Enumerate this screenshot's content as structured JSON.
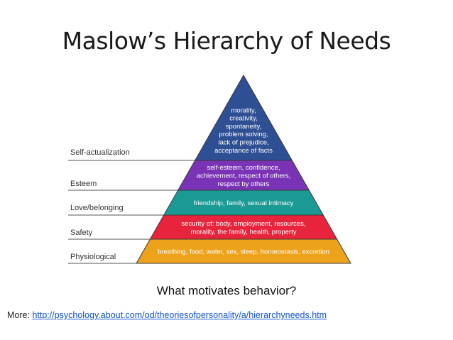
{
  "title": "Maslow’s Hierarchy of Needs",
  "caption": "What motivates behavior?",
  "footer": {
    "prefix": "More: ",
    "link": "http://psychology.about.com/od/theoriesofpersonality/a/hierarchyneeds.htm"
  },
  "levels": [
    {
      "name": "Self-actualization",
      "color": "#2f4f94",
      "lines": [
        "morality,",
        "creativity,",
        "spontaneity,",
        "problem solving,",
        "lack of prejudice,",
        "acceptance of facts"
      ]
    },
    {
      "name": "Esteem",
      "color": "#7a33b5",
      "lines": [
        "self-esteem, confidence,",
        "achievement, respect of others,",
        "respect by others"
      ]
    },
    {
      "name": "Love/belonging",
      "color": "#1b9a95",
      "lines": [
        "friendship, family, sexual intimacy"
      ]
    },
    {
      "name": "Safety",
      "color": "#e8243c",
      "lines": [
        "security of: body, employment, resources,",
        "morality, the family, health, property"
      ]
    },
    {
      "name": "Physiological",
      "color": "#eda21c",
      "lines": [
        "breathing, food, water, sex, sleep, homeostasis, excretion"
      ]
    }
  ]
}
